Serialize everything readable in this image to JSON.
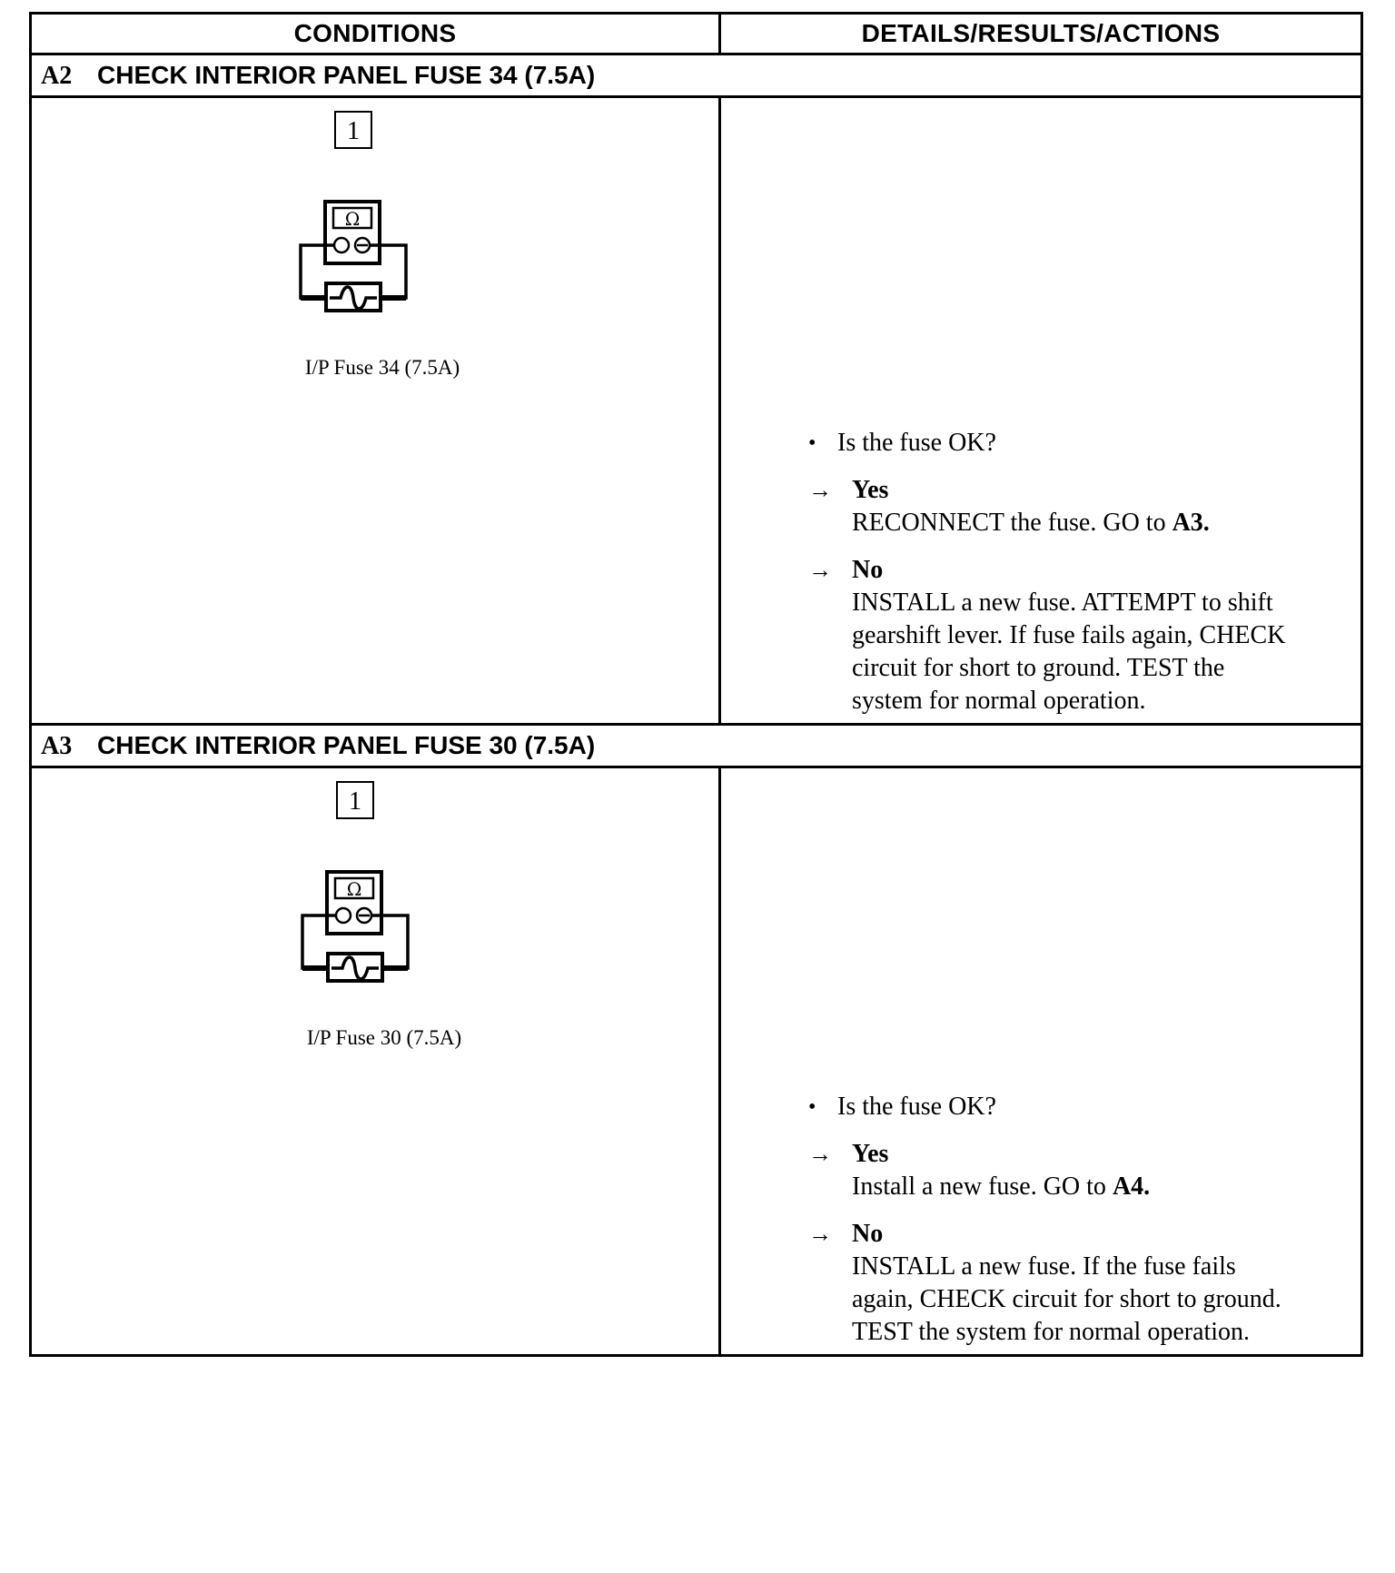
{
  "header": {
    "conditions": "CONDITIONS",
    "details": "DETAILS/RESULTS/ACTIONS"
  },
  "steps": [
    {
      "id": "A2",
      "title": "CHECK INTERIOR PANEL FUSE 34 (7.5A)",
      "box_label": "1",
      "meter_symbol": "Ω",
      "fuse_label": "I/P Fuse 34 (7.5A)",
      "question": "Is the fuse OK?",
      "yes": {
        "label": "Yes",
        "text": "RECONNECT the fuse. GO to ",
        "ref": "A3."
      },
      "no": {
        "label": "No",
        "lines": [
          "INSTALL a new fuse. ATTEMPT to shift",
          "gearshift lever. If fuse fails again, CHECK",
          "circuit for short to ground. TEST the",
          "system for normal operation."
        ]
      }
    },
    {
      "id": "A3",
      "title": "CHECK INTERIOR PANEL FUSE 30 (7.5A)",
      "box_label": "1",
      "meter_symbol": "Ω",
      "fuse_label": "I/P Fuse 30 (7.5A)",
      "question": "Is the fuse OK?",
      "yes": {
        "label": "Yes",
        "text": "Install a new fuse. GO to ",
        "ref": "A4."
      },
      "no": {
        "label": "No",
        "lines": [
          "INSTALL a new fuse. If the fuse fails",
          "again, CHECK circuit for short to ground.",
          "TEST the system for normal operation."
        ]
      }
    }
  ],
  "symbols": {
    "bullet": "•",
    "arrow": "→"
  },
  "icons": [
    "ohmmeter-icon",
    "fuse-icon"
  ]
}
